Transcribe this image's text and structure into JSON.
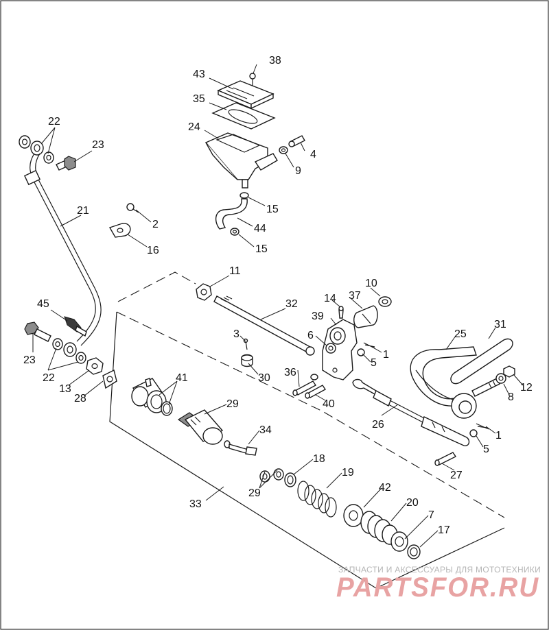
{
  "labels": [
    {
      "id": "38",
      "text": "38"
    },
    {
      "id": "43",
      "text": "43"
    },
    {
      "id": "35",
      "text": "35"
    },
    {
      "id": "24",
      "text": "24"
    },
    {
      "id": "4",
      "text": "4"
    },
    {
      "id": "9",
      "text": "9"
    },
    {
      "id": "15a",
      "text": "15"
    },
    {
      "id": "44",
      "text": "44"
    },
    {
      "id": "15b",
      "text": "15"
    },
    {
      "id": "22a",
      "text": "22"
    },
    {
      "id": "23a",
      "text": "23"
    },
    {
      "id": "21",
      "text": "21"
    },
    {
      "id": "2",
      "text": "2"
    },
    {
      "id": "16",
      "text": "16"
    },
    {
      "id": "11",
      "text": "11"
    },
    {
      "id": "32",
      "text": "32"
    },
    {
      "id": "14",
      "text": "14"
    },
    {
      "id": "37",
      "text": "37"
    },
    {
      "id": "10",
      "text": "10"
    },
    {
      "id": "39",
      "text": "39"
    },
    {
      "id": "45",
      "text": "45"
    },
    {
      "id": "3",
      "text": "3"
    },
    {
      "id": "6",
      "text": "6"
    },
    {
      "id": "1a",
      "text": "1"
    },
    {
      "id": "5a",
      "text": "5"
    },
    {
      "id": "25",
      "text": "25"
    },
    {
      "id": "31",
      "text": "31"
    },
    {
      "id": "23b",
      "text": "23"
    },
    {
      "id": "22b",
      "text": "22"
    },
    {
      "id": "13",
      "text": "13"
    },
    {
      "id": "28",
      "text": "28"
    },
    {
      "id": "30",
      "text": "30"
    },
    {
      "id": "36",
      "text": "36"
    },
    {
      "id": "40",
      "text": "40"
    },
    {
      "id": "41",
      "text": "41"
    },
    {
      "id": "29a",
      "text": "29"
    },
    {
      "id": "12",
      "text": "12"
    },
    {
      "id": "8",
      "text": "8"
    },
    {
      "id": "26",
      "text": "26"
    },
    {
      "id": "1b",
      "text": "1"
    },
    {
      "id": "5b",
      "text": "5"
    },
    {
      "id": "27",
      "text": "27"
    },
    {
      "id": "34",
      "text": "34"
    },
    {
      "id": "18",
      "text": "18"
    },
    {
      "id": "19",
      "text": "19"
    },
    {
      "id": "29b",
      "text": "29"
    },
    {
      "id": "33",
      "text": "33"
    },
    {
      "id": "42",
      "text": "42"
    },
    {
      "id": "20",
      "text": "20"
    },
    {
      "id": "7",
      "text": "7"
    },
    {
      "id": "17",
      "text": "17"
    }
  ],
  "watermark": {
    "top_text": "ЗАПЧАСТИ И АКСЕССУАРЫ ДЛЯ МОТОТЕХНИКИ",
    "brand_text": "PARTSFOR.RU"
  }
}
